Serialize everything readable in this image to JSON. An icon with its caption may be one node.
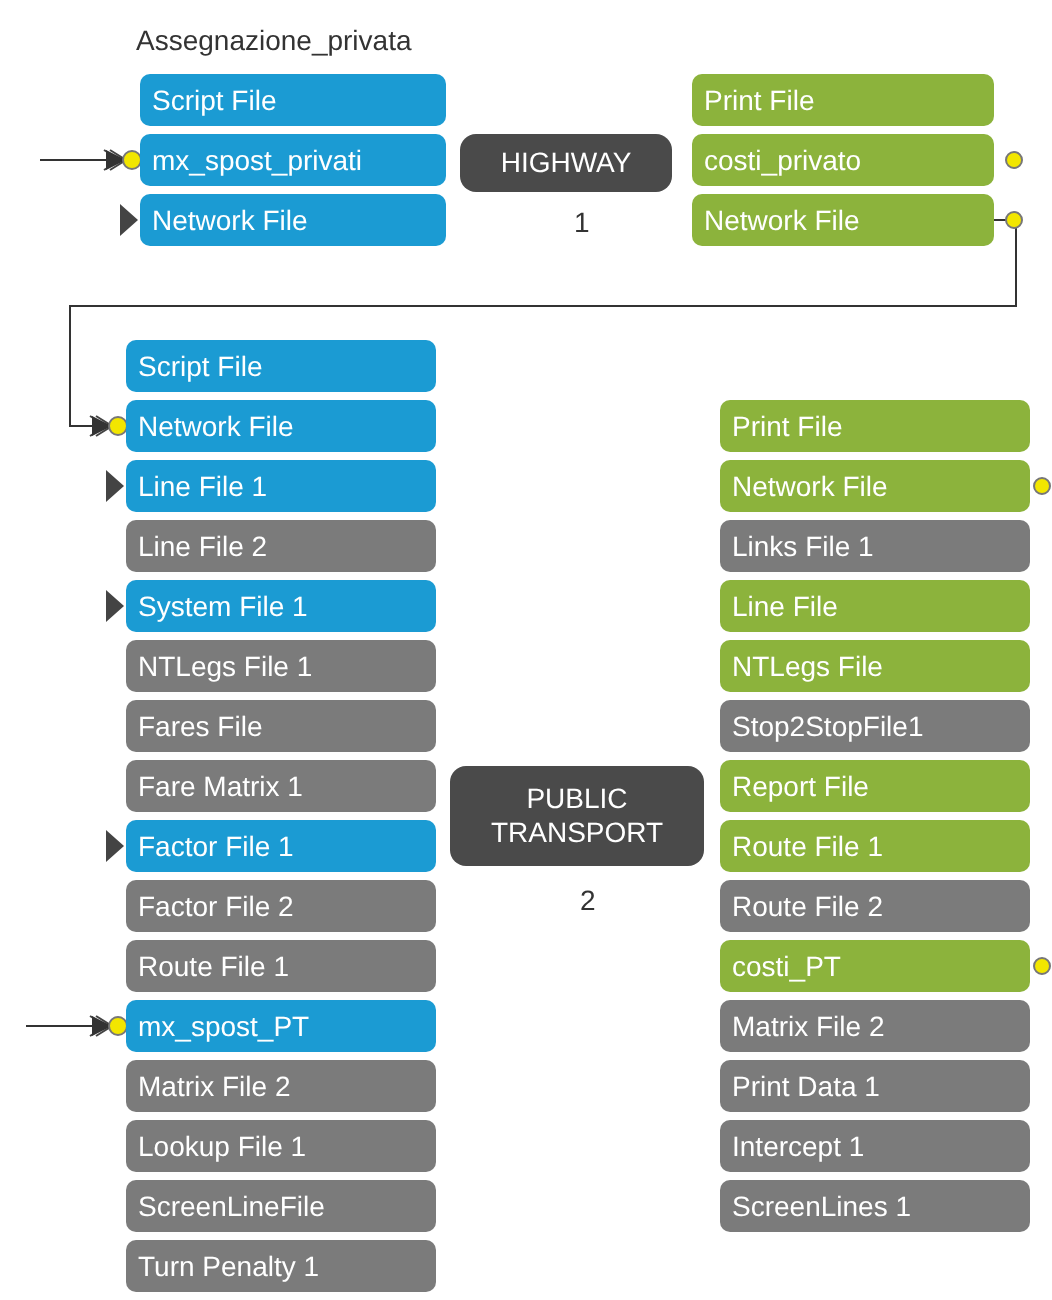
{
  "diagram": {
    "nodes": [
      {
        "text": [
          "Script File"
        ]
      },
      {
        "text": [
          "mx_spost_privati"
        ]
      },
      {
        "text": [
          "Network File"
        ]
      },
      {
        "text": [
          "HIGHWAY"
        ],
        "beside": [
          "1"
        ]
      },
      {
        "text": [
          "Print File"
        ]
      },
      {
        "text": [
          "costi_privato"
        ]
      },
      {
        "text": [
          "Network File"
        ]
      },
      {
        "text": [
          "Script File"
        ]
      },
      {
        "text": [
          "Network File"
        ]
      },
      {
        "text": [
          "Line File 1"
        ]
      },
      {
        "text": [
          "Line File 2"
        ]
      },
      {
        "text": [
          "System File 1"
        ]
      },
      {
        "text": [
          "NTLegs File 1"
        ]
      },
      {
        "text": [
          "Fares File"
        ]
      },
      {
        "text": [
          "Fare Matrix 1"
        ]
      },
      {
        "text": [
          "Factor File 1"
        ]
      },
      {
        "text": [
          "Factor File 2"
        ]
      },
      {
        "text": [
          "Route File 1"
        ]
      },
      {
        "text": [
          "mx_spost_PT"
        ]
      },
      {
        "text": [
          "Matrix File 2"
        ]
      },
      {
        "text": [
          "Lookup File 1"
        ]
      },
      {
        "text": [
          "ScreenLineFile"
        ]
      },
      {
        "text": [
          "Turn Penalty 1"
        ]
      },
      {
        "text": [
          "PUBLIC TRANSPORT"
        ],
        "beside": [
          "2"
        ]
      },
      {
        "text": [
          "Print File"
        ]
      },
      {
        "text": [
          "Network File"
        ]
      },
      {
        "text": [
          "Links File 1"
        ]
      },
      {
        "text": [
          "Line File"
        ]
      },
      {
        "text": [
          "NTLegs File"
        ]
      },
      {
        "text": [
          "Stop2StopFile1"
        ]
      },
      {
        "text": [
          "Report File"
        ]
      },
      {
        "text": [
          "Route File 1"
        ]
      },
      {
        "text": [
          "Route File 2"
        ]
      },
      {
        "text": [
          "costi_PT"
        ]
      },
      {
        "text": [
          "Matrix File 2"
        ]
      },
      {
        "text": [
          "Print Data 1"
        ]
      },
      {
        "text": [
          "Intercept 1"
        ]
      },
      {
        "text": [
          "ScreenLines 1"
        ]
      }
    ],
    "edges": [
      {
        "from": null,
        "to": 1,
        "arrow": "to"
      },
      {
        "from": 6,
        "to": 8,
        "arrow": "to"
      },
      {
        "from": null,
        "to": 18,
        "arrow": "to"
      }
    ],
    "labels": [
      "Assegnazione_privata"
    ]
  }
}
